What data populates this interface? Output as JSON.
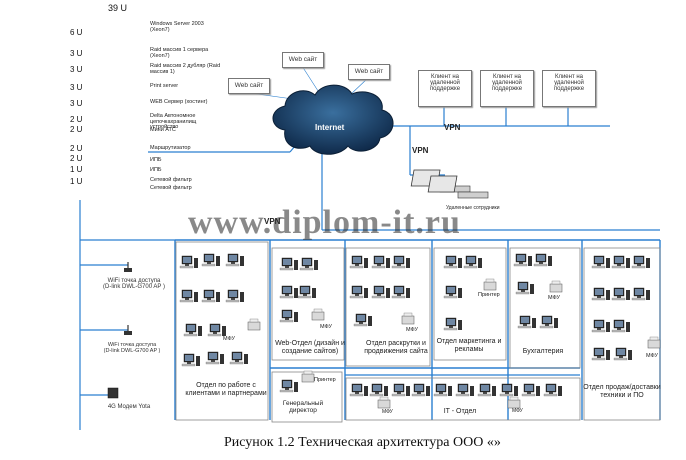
{
  "rack": {
    "title": "39 U",
    "units": [
      "6 U",
      "3 U",
      "3 U",
      "3 U",
      "3 U",
      "2 U",
      "2 U",
      "2 U",
      "2 U",
      "1 U",
      "1 U"
    ],
    "labels": [
      "Windows Server 2003 (Xeon7)",
      "Raid массив 1 сервера (Xeon7)",
      "Raid массив 2 дубляр (Raid массив 1)",
      "Print server",
      "WEB Сервер (хостинг)",
      "Delta Автономное цепочкахранилищ устройство",
      "Мини АТС",
      "Маршрутизатор",
      "ИПБ",
      "ИПБ",
      "Сетевой фильтр",
      "Сетевой фильтр"
    ]
  },
  "web_sites": [
    "Web сайт",
    "Web сайт",
    "Web сайт"
  ],
  "cloud_label": "Internet",
  "remote_clients": [
    "Клиент на удаленной поддержке",
    "Клиент на удаленной поддержке",
    "Клиент на удаленной поддержке"
  ],
  "vpn_labels": [
    "VPN",
    "VPN",
    "VPN"
  ],
  "remote_workers": "Удаленные сотрудники",
  "wifi": [
    {
      "title": "WiFi точка доступа",
      "model": "(D-link DWL-G700 AP )"
    },
    {
      "title": "WiFi точка доступа",
      "model": "(D-link DWL-G700 AP )"
    }
  ],
  "modem": "4G Модем Yota",
  "watermark": "www.diplom-it.ru",
  "departments": [
    "Отдел по работе с клиентами и партнерами",
    "Web-Отдел (дизайн и создание сайтов)",
    "Отдел раскрутки и продвижения сайта",
    "Отдел маркетинга и рекламы",
    "Бухгалтерия",
    "Отдел продаж/доставки техники и ПО",
    "Генеральный директор",
    "IT - Отдел"
  ],
  "devices": {
    "mfu": "МФУ",
    "printer": "Принтер"
  },
  "caption": "Рисунок 1.2 Техническая архитектура ООО «»",
  "colors": {
    "lines": "#2a7fd0",
    "cloud": "#1d3f66",
    "rack": "#555555"
  }
}
